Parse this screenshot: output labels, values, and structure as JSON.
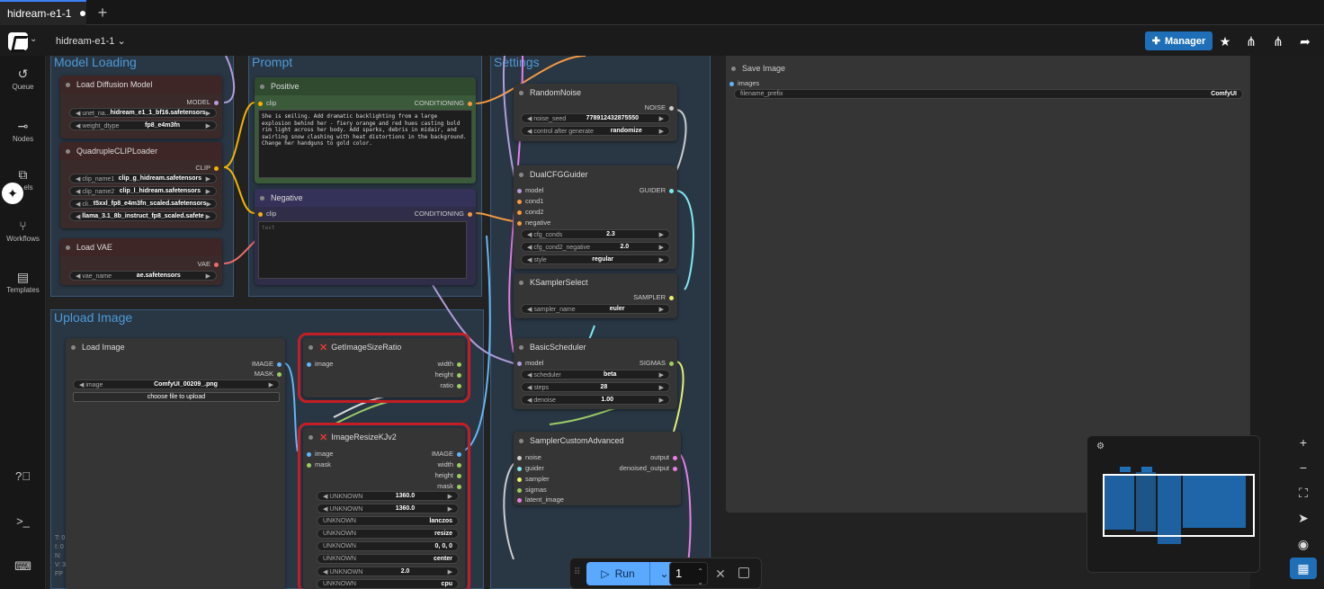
{
  "tab": {
    "title": "hidream-e1-1",
    "add": "+"
  },
  "header": {
    "workflow_name": "hidream-e1-1",
    "manager_label": "Manager"
  },
  "sidebar": {
    "items": [
      {
        "label": "Queue",
        "icon": "history-icon"
      },
      {
        "label": "Nodes",
        "icon": "node-icon"
      },
      {
        "label": "els",
        "icon": "model-library-icon"
      },
      {
        "label": "Workflows",
        "icon": "workflow-icon"
      },
      {
        "label": "Templates",
        "icon": "template-icon"
      }
    ],
    "stats": [
      "T: 0",
      "I: 0",
      "N:",
      "V: 3",
      "FP"
    ]
  },
  "groups": {
    "model_loading": "Model Loading",
    "prompt": "Prompt",
    "settings": "Settings",
    "upload_image": "Upload Image"
  },
  "nodes": {
    "load_diffusion": {
      "title": "Load Diffusion Model",
      "out": "MODEL",
      "w1_label": "unet_na...",
      "w1_value": "hidream_e1_1_bf16.safetensors",
      "w2_label": "weight_dtype",
      "w2_value": "fp8_e4m3fn"
    },
    "quad_clip": {
      "title": "QuadrupleCLIPLoader",
      "out": "CLIP",
      "w1_label": "clip_name1",
      "w1_value": "clip_g_hidream.safetensors",
      "w2_label": "clip_name2",
      "w2_value": "clip_l_hidream.safetensors",
      "w3_label": "cli...",
      "w3_value": "t5xxl_fp8_e4m3fn_scaled.safetensors",
      "w4_value": "llama_3.1_8b_instruct_fp8_scaled.safete"
    },
    "load_vae": {
      "title": "Load VAE",
      "out": "VAE",
      "w1_label": "vae_name",
      "w1_value": "ae.safetensors"
    },
    "positive": {
      "title": "Positive",
      "in": "clip",
      "out": "CONDITIONING",
      "text": "She is smiling. Add dramatic backlighting from a large explosion behind her - fiery orange and red hues casting bold rim light across her body. Add sparks, debris in midair, and swirling snow clashing with heat distortions in the background. Change her handguns to gold color."
    },
    "negative": {
      "title": "Negative",
      "in": "clip",
      "out": "CONDITIONING",
      "placeholder": "text"
    },
    "random_noise": {
      "title": "RandomNoise",
      "out": "NOISE",
      "w1_label": "noise_seed",
      "w1_value": "778912432875550",
      "w2_label": "control after generate",
      "w2_value": "randomize"
    },
    "dual_cfg": {
      "title": "DualCFGGuider",
      "out": "GUIDER",
      "in1": "model",
      "in2": "cond1",
      "in3": "cond2",
      "in4": "negative",
      "w1_label": "cfg_conds",
      "w1_value": "2.3",
      "w2_label": "cfg_cond2_negative",
      "w2_value": "2.0",
      "w3_label": "style",
      "w3_value": "regular"
    },
    "ksampler_select": {
      "title": "KSamplerSelect",
      "out": "SAMPLER",
      "w1_label": "sampler_name",
      "w1_value": "euler"
    },
    "basic_scheduler": {
      "title": "BasicScheduler",
      "in1": "model",
      "out": "SIGMAS",
      "w1_label": "scheduler",
      "w1_value": "beta",
      "w2_label": "steps",
      "w2_value": "28",
      "w3_label": "denoise",
      "w3_value": "1.00"
    },
    "sampler_custom": {
      "title": "SamplerCustomAdvanced",
      "in1": "noise",
      "in2": "guider",
      "in3": "sampler",
      "in4": "sigmas",
      "in5": "latent_image",
      "out1": "output",
      "out2": "denoised_output"
    },
    "load_image": {
      "title": "Load Image",
      "out1": "IMAGE",
      "out2": "MASK",
      "w1_label": "image",
      "w1_value": "ComfyUI_00209_.png",
      "upload_label": "choose file to upload"
    },
    "get_size_ratio": {
      "title": "GetImageSizeRatio",
      "in1": "image",
      "out1": "width",
      "out2": "height",
      "out3": "ratio"
    },
    "image_resize": {
      "title": "ImageResizeKJv2",
      "in1": "image",
      "in2": "mask",
      "out1": "IMAGE",
      "out2": "width",
      "out3": "height",
      "out4": "mask",
      "widgets": [
        {
          "label": "UNKNOWN",
          "value": "1360.0"
        },
        {
          "label": "UNKNOWN",
          "value": "1360.0"
        },
        {
          "label": "UNKNOWN",
          "value": "lanczos"
        },
        {
          "label": "UNKNOWN",
          "value": "resize"
        },
        {
          "label": "UNKNOWN",
          "value": "0, 0, 0"
        },
        {
          "label": "UNKNOWN",
          "value": "center"
        },
        {
          "label": "UNKNOWN",
          "value": "2.0"
        },
        {
          "label": "UNKNOWN",
          "value": "cpu"
        }
      ]
    },
    "save_image": {
      "title": "Save Image",
      "in1": "images",
      "w1_label": "filename_prefix",
      "w1_value": "ComfyUI"
    }
  },
  "runbar": {
    "run_label": "Run",
    "count": "1"
  },
  "colors": {
    "accent": "#1f6fb8",
    "run": "#5aa8ff",
    "highlight": "#c41e24",
    "group": "#4d9ad6"
  }
}
